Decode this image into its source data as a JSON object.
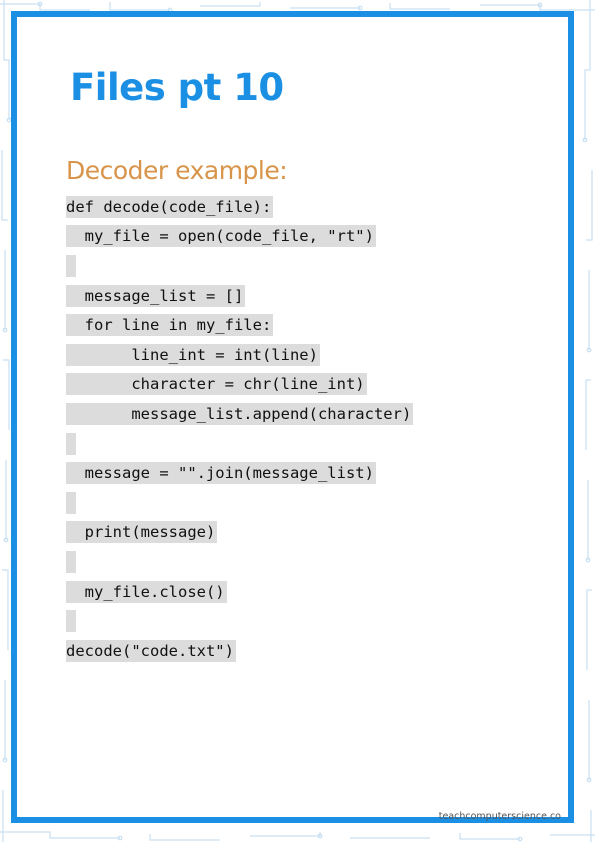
{
  "slide": {
    "title": "Files pt 10",
    "subtitle": "Decoder example:",
    "footer": "teachcomputerscience.co"
  },
  "code": {
    "lines": [
      "def decode(code_file):",
      "  my_file = open(code_file, \"rt\")",
      "",
      "  message_list = []",
      "  for line in my_file:",
      "       line_int = int(line)",
      "       character = chr(line_int)",
      "       message_list.append(character)",
      "",
      "  message = \"\".join(message_list)",
      "",
      "  print(message)",
      "",
      "  my_file.close()",
      "",
      "decode(\"code.txt\")"
    ]
  },
  "colors": {
    "frame": "#1a8fe3",
    "title": "#1a8fe3",
    "subtitle": "#d8944a",
    "code_background": "#dcdcdc",
    "circuit_pattern": "#c9e0f2"
  }
}
